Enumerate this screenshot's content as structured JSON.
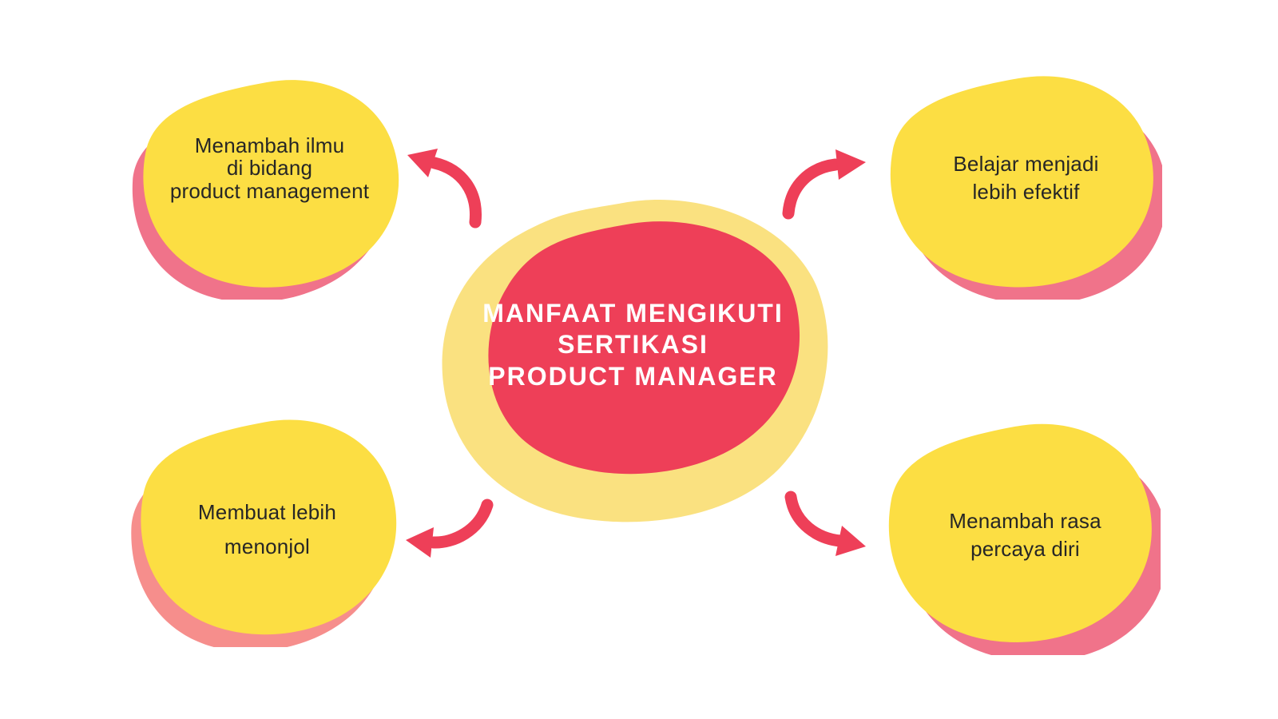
{
  "colors": {
    "red": "#EE3F58",
    "yellow": "#FCDE43",
    "pale_yellow": "#FAE180",
    "pink": "#F0738A",
    "salmon": "#F68E8C",
    "text_dark": "#262626",
    "white": "#FFFFFF",
    "background": "#FFFFFF"
  },
  "center": {
    "title": "MANFAAT MENGIKUTI\nSERTIKASI\nPRODUCT MANAGER"
  },
  "nodes": [
    {
      "id": "top-left",
      "label": "Menambah ilmu\ndi bidang\nproduct management"
    },
    {
      "id": "top-right",
      "label": "Belajar menjadi\nlebih efektif"
    },
    {
      "id": "bottom-left",
      "label": "Membuat lebih\nmenonjol"
    },
    {
      "id": "bottom-right",
      "label": "Menambah rasa\npercaya diri"
    }
  ],
  "icons": {
    "arrow_top_left": "curved-arrow-up-left",
    "arrow_top_right": "curved-arrow-up-right",
    "arrow_bottom_left": "curved-arrow-down-left",
    "arrow_bottom_right": "curved-arrow-down-right"
  }
}
